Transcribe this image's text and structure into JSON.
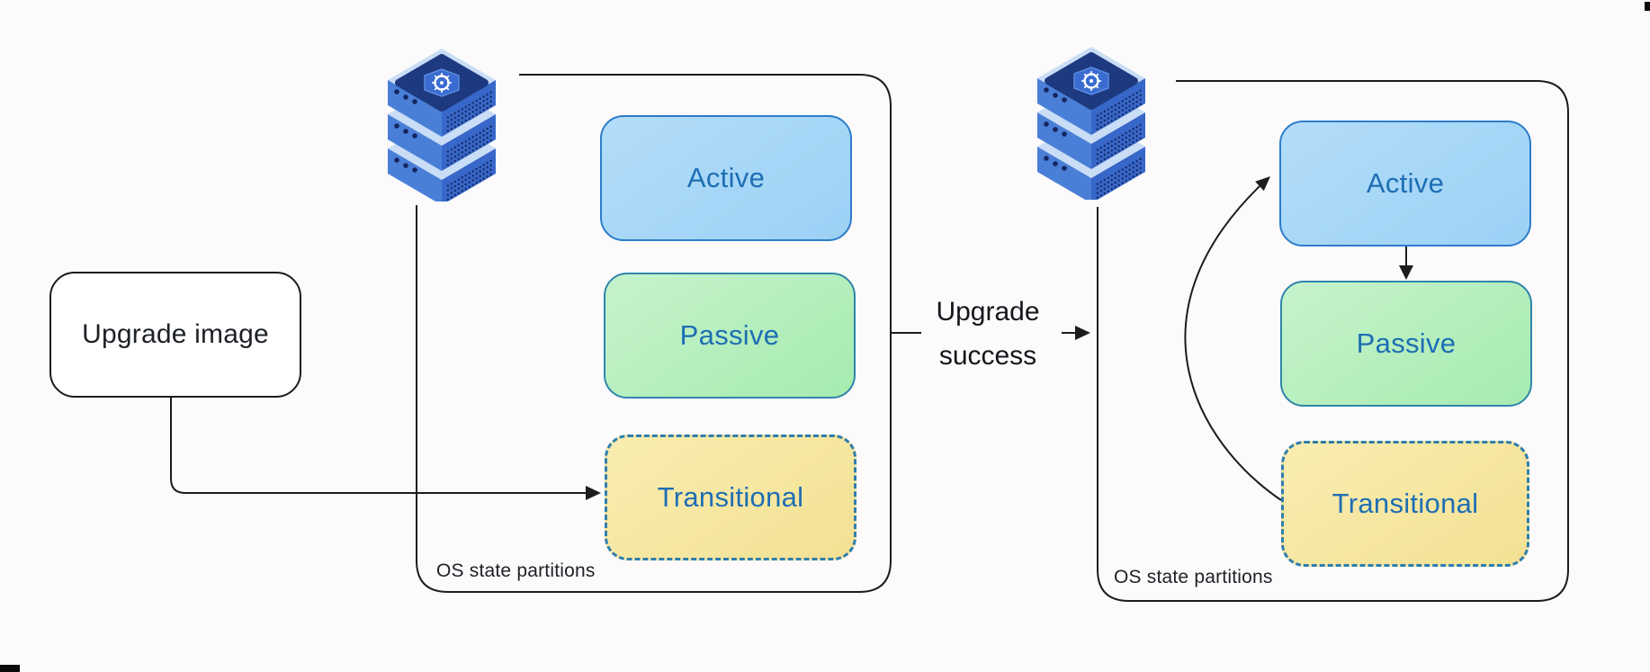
{
  "colors": {
    "background": "#fcfafb",
    "line": "#1c1c1e",
    "active_fill_start": "#b3ddf9",
    "active_fill_end": "#9cd1f5",
    "active_border": "#2d7cc9",
    "passive_fill_start": "#c6f3cc",
    "passive_fill_end": "#a6ebb0",
    "passive_border": "#2e86ab",
    "transitional_fill_start": "#f9edb0",
    "transitional_fill_end": "#f3e193",
    "transitional_border": "#2e7fad",
    "partition_text": "#1d6eb4",
    "label_text": "#1d2126"
  },
  "upgrade_image": {
    "label": "Upgrade image"
  },
  "upgrade_success": {
    "line1": "Upgrade",
    "line2": "success"
  },
  "before_cluster": {
    "caption": "OS state partitions",
    "icon": "kubernetes-server-stack",
    "partitions": [
      {
        "label": "Active"
      },
      {
        "label": "Passive"
      },
      {
        "label": "Transitional"
      }
    ]
  },
  "after_cluster": {
    "caption": "OS state partitions",
    "icon": "kubernetes-server-stack",
    "partitions": [
      {
        "label": "Active"
      },
      {
        "label": "Passive"
      },
      {
        "label": "Transitional"
      }
    ]
  }
}
